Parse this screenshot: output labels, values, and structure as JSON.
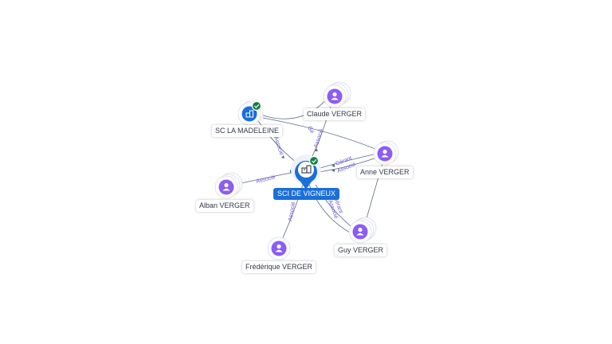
{
  "graph": {
    "center": {
      "name": "SCI DE VIGNEUX",
      "icon": "building-icon",
      "verified": true,
      "color": "#1b6fd8"
    },
    "nodes": [
      {
        "id": "madeleine",
        "name": "SC LA MADELEINE",
        "icon": "building-icon",
        "kind": "company",
        "verified": true
      },
      {
        "id": "claude",
        "name": "Claude VERGER",
        "icon": "person-icon",
        "kind": "person"
      },
      {
        "id": "anne",
        "name": "Anne VERGER",
        "icon": "person-icon",
        "kind": "person"
      },
      {
        "id": "alban",
        "name": "Alban VERGER",
        "icon": "person-icon",
        "kind": "person"
      },
      {
        "id": "frederique",
        "name": "Frédérique VERGER",
        "icon": "person-icon",
        "kind": "person"
      },
      {
        "id": "guy",
        "name": "Guy VERGER",
        "icon": "person-icon",
        "kind": "person"
      }
    ],
    "edge_labels": {
      "madeleine": [
        "Associé"
      ],
      "claude": [
        "Gé",
        "Associé"
      ],
      "anne": [
        "Gérant",
        "Associé"
      ],
      "alban": [
        "Associé"
      ],
      "frederique": [
        "Associé"
      ],
      "guy": [
        "Gérant",
        "Associé"
      ]
    }
  },
  "colors": {
    "person": "#8b5cf6",
    "company": "#1b6fd8",
    "verified": "#15803d",
    "edge": "#5b6b82",
    "edge_label": "#6a55d6"
  }
}
